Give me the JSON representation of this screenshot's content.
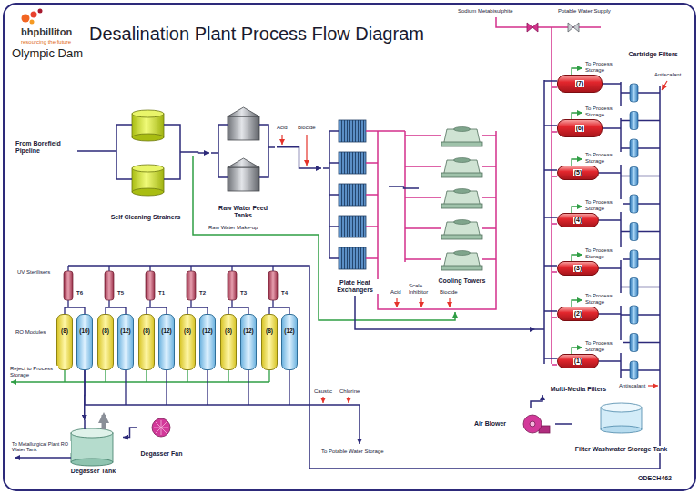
{
  "diagram": {
    "title": "Desalination Plant Process Flow Diagram",
    "nodes": [
      {
        "text": [
          "Self Cleaning Strainers"
        ]
      },
      {
        "text": [
          "Raw Water Feed Tanks"
        ]
      },
      {
        "text": [
          "Plate Heat Exchangers"
        ]
      },
      {
        "text": [
          "Cooling Towers"
        ]
      },
      {
        "text": [
          "Multi-Media Filters"
        ]
      },
      {
        "text": [
          "(7)"
        ],
        "in": 4
      },
      {
        "text": [
          "(6)"
        ],
        "in": 4
      },
      {
        "text": [
          "(5)"
        ],
        "in": 4
      },
      {
        "text": [
          "(4)"
        ],
        "in": 4
      },
      {
        "text": [
          "(3)"
        ],
        "in": 4
      },
      {
        "text": [
          "(2)"
        ],
        "in": 4
      },
      {
        "text": [
          "(1)"
        ],
        "in": 4
      },
      {
        "text": [
          "Cartridge Filters"
        ]
      },
      {
        "text": [
          "Filter Washwater Storage Tank"
        ]
      },
      {
        "text": [
          "Air Blower"
        ]
      },
      {
        "text": [
          "(8)"
        ]
      },
      {
        "text": [
          "(16)"
        ]
      },
      {
        "text": [
          "(8)"
        ]
      },
      {
        "text": [
          "(12)"
        ]
      },
      {
        "text": [
          "(8)"
        ]
      },
      {
        "text": [
          "(12)"
        ]
      },
      {
        "text": [
          "(8)"
        ]
      },
      {
        "text": [
          "(12)"
        ]
      },
      {
        "text": [
          "(8)"
        ]
      },
      {
        "text": [
          "(12)"
        ]
      },
      {
        "text": [
          "(8)"
        ]
      },
      {
        "text": [
          "(12)"
        ]
      },
      {
        "text": [
          "Degasser Tank"
        ]
      },
      {
        "text": [
          "Degasser Fan"
        ]
      }
    ],
    "edges": [
      {
        "from": 0,
        "to": 1,
        "arrow": "to"
      },
      {
        "from": 1,
        "to": 2,
        "arrow": "to"
      },
      {
        "from": 2,
        "to": 3,
        "arrow": "none"
      },
      {
        "from": 2,
        "to": 4,
        "arrow": "to"
      },
      {
        "from": 14,
        "to": 4,
        "arrow": "to"
      },
      {
        "from": 13,
        "to": 14,
        "arrow": "none"
      },
      {
        "from": 16,
        "to": 27,
        "arrow": "to"
      },
      {
        "from": 28,
        "to": 27,
        "arrow": "to"
      }
    ],
    "labels": [
      "bhpbilliton",
      "resourcing the future",
      "Olympic Dam",
      "From Borefield Pipeline",
      "Acid",
      "Biocide",
      "Raw Water Make-up",
      "Acid",
      "Scale Inhibitor",
      "Biocide",
      "Sodium Metabisulphite",
      "Potable Water Supply",
      "To Process Storage",
      "To Process Storage",
      "To Process Storage",
      "To Process Storage",
      "To Process Storage",
      "To Process Storage",
      "To Process Storage",
      "Antiscalant",
      "Antiscalant",
      "UV Sterilisers",
      "T6",
      "T5",
      "T1",
      "T2",
      "T3",
      "T4",
      "RO Modules",
      "Reject to Process Storage",
      "Caustic",
      "Chlorine",
      "To Potable Water Storage",
      "To Metallurgical Plant RO Water Tank",
      "ODECH462"
    ]
  }
}
